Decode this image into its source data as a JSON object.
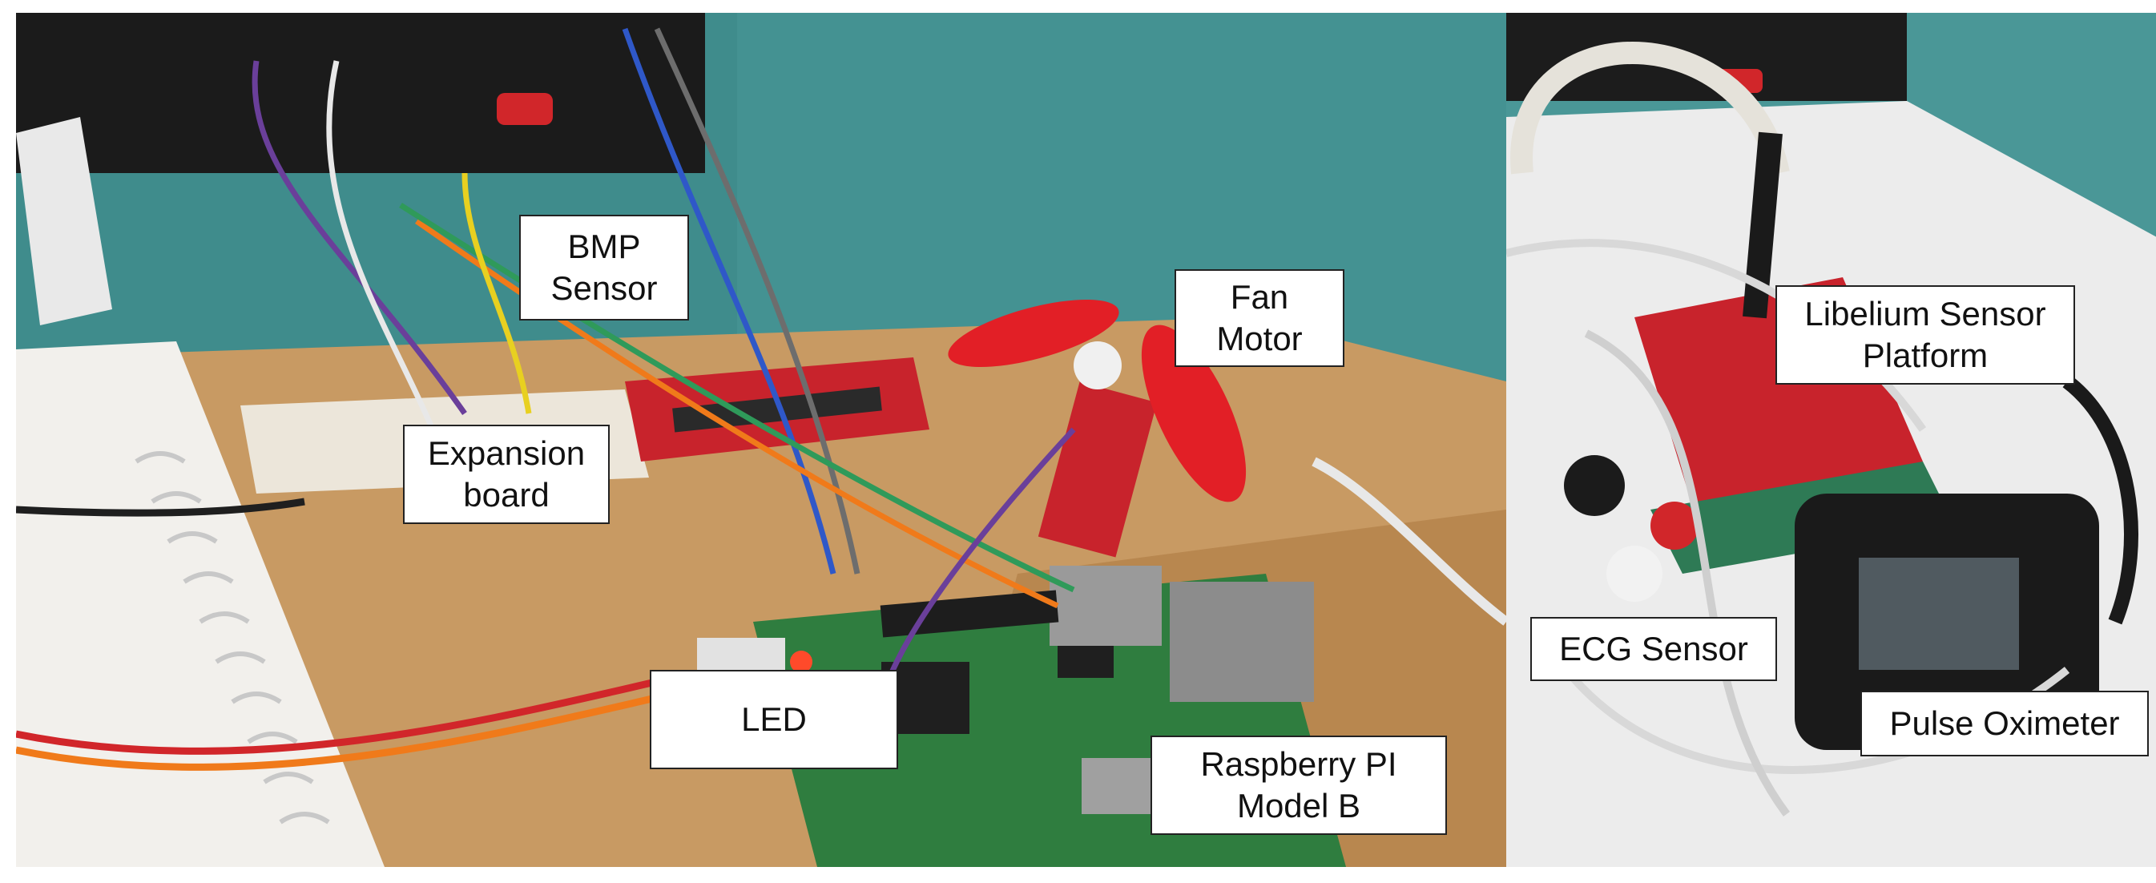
{
  "labels": {
    "bmp_sensor": "BMP\nSensor",
    "fan_motor": "Fan\nMotor",
    "expansion_board": "Expansion\nboard",
    "led": "LED",
    "raspberry_pi": "Raspberry PI\nModel B",
    "libelium": "Libelium Sensor\nPlatform",
    "ecg_sensor": "ECG Sensor",
    "pulse_oximeter": "Pulse Oximeter"
  },
  "colors": {
    "wall": "#3f8c8c",
    "desk": "#c89a63",
    "board_green": "#2f7d3f",
    "board_red": "#c8232c",
    "fan_red": "#e21f26"
  }
}
